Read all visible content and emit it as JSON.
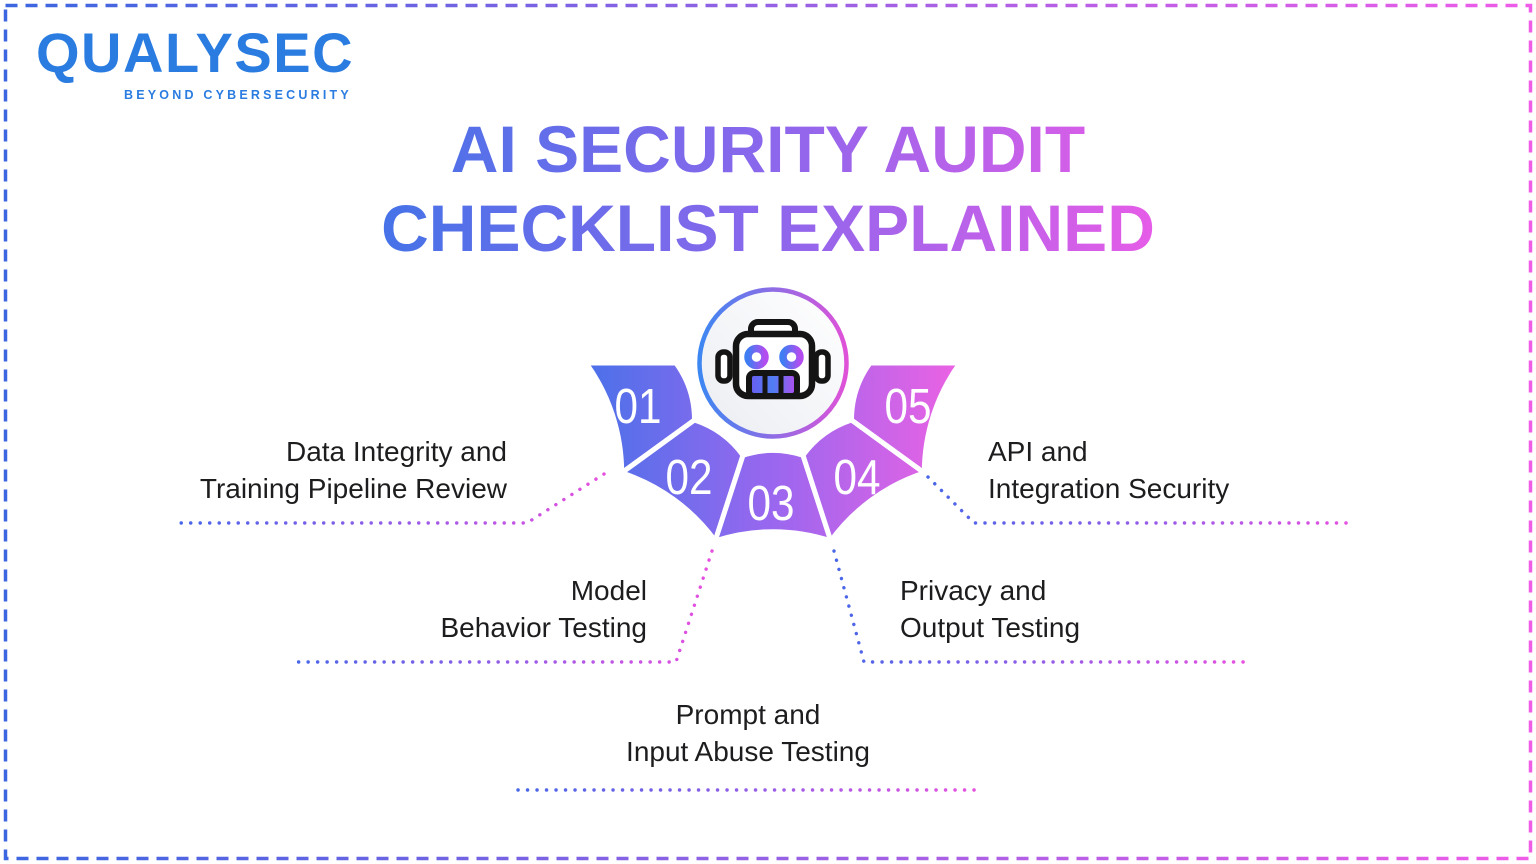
{
  "logo": {
    "name": "QUALYSEC",
    "tagline": "BEYOND CYBERSECURITY"
  },
  "title": {
    "line1": "AI SECURITY AUDIT",
    "line2": "CHECKLIST EXPLAINED"
  },
  "diagram": {
    "center_icon": "robot-icon",
    "segments": [
      {
        "number": "01",
        "label_line1": "Data Integrity and",
        "label_line2": "Training Pipeline Review"
      },
      {
        "number": "02",
        "label_line1": "Model",
        "label_line2": "Behavior Testing"
      },
      {
        "number": "03",
        "label_line1": "Prompt and",
        "label_line2": "Input Abuse Testing"
      },
      {
        "number": "04",
        "label_line1": "Privacy and",
        "label_line2": "Output Testing"
      },
      {
        "number": "05",
        "label_line1": "API and",
        "label_line2": "Integration Security"
      }
    ]
  },
  "colors": {
    "brand_blue": "#2a7ce1",
    "fan_blue": "#4a71e9",
    "fan_purple": "#9a67ef",
    "fan_pink": "#ec62e3",
    "dot_blue": "#4766e8",
    "dot_pink": "#e74fe0",
    "label_text": "#1d1d1f",
    "border_blue": "#3b66e0",
    "border_pink": "#ef5ce8"
  }
}
